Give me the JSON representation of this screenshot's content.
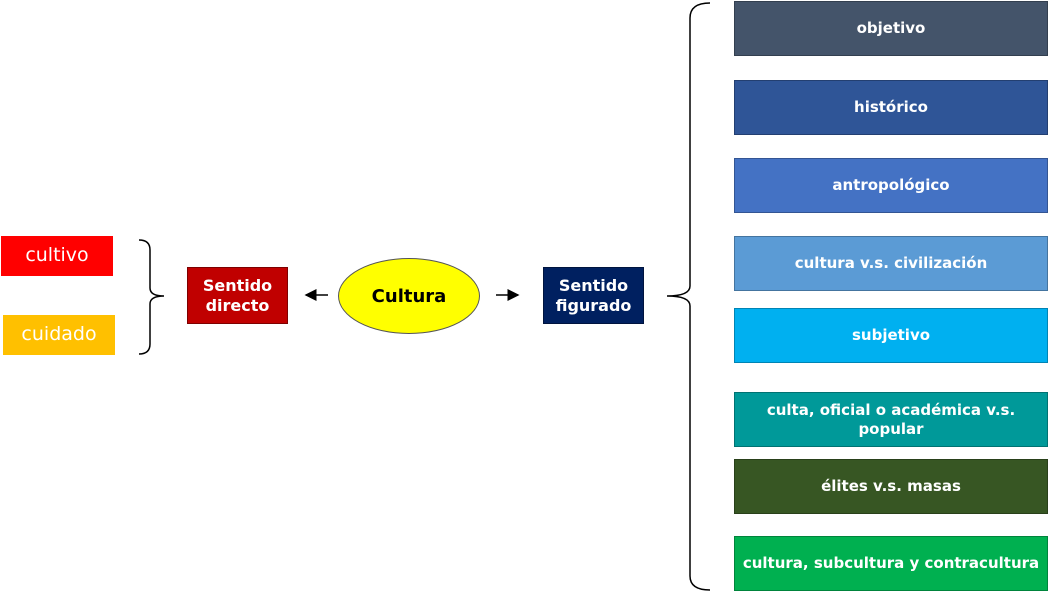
{
  "center": {
    "label": "Cultura",
    "color": "#ffff00"
  },
  "left_branch": {
    "label": "Sentido\ndirecto",
    "color": "#c00000",
    "items": [
      {
        "label": "cultivo",
        "color": "#ff0000",
        "text_color": "#ffffff"
      },
      {
        "label": "cuidado",
        "color": "#ffc000",
        "text_color": "#ffffff"
      }
    ]
  },
  "right_branch": {
    "label": "Sentido\nfigurado",
    "color": "#002060",
    "items": [
      {
        "label": "objetivo",
        "color": "#44546a"
      },
      {
        "label": "histórico",
        "color": "#2f5597"
      },
      {
        "label": "antropológico",
        "color": "#4472c4"
      },
      {
        "label": "cultura v.s. civilización",
        "color": "#5b9bd5"
      },
      {
        "label": "subjetivo",
        "color": "#00b0f0"
      },
      {
        "label": "culta, oficial o académica v.s. popular",
        "color": "#009999"
      },
      {
        "label": "élites v.s. masas",
        "color": "#375623"
      },
      {
        "label": "cultura, subcultura y contracultura",
        "color": "#00b050"
      }
    ]
  }
}
